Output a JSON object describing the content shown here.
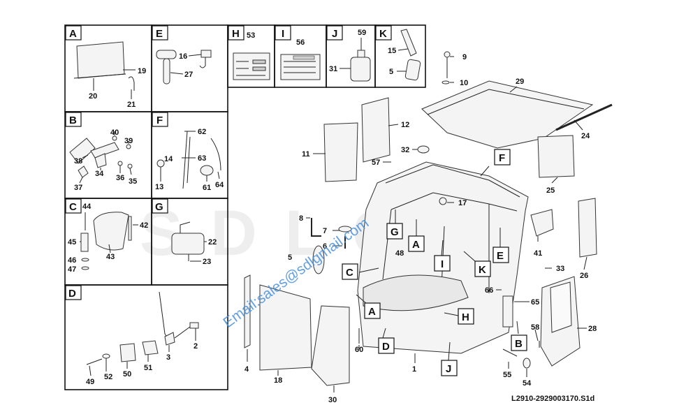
{
  "panels": [
    {
      "letter": "A",
      "callouts": [
        "19",
        "20",
        "21"
      ]
    },
    {
      "letter": "B",
      "callouts": [
        "40",
        "39",
        "38",
        "34",
        "36",
        "35",
        "37"
      ]
    },
    {
      "letter": "C",
      "callouts": [
        "44",
        "42",
        "45",
        "43",
        "46",
        "47"
      ]
    },
    {
      "letter": "D",
      "callouts": [
        "2",
        "3",
        "49",
        "52",
        "50",
        "51"
      ]
    },
    {
      "letter": "E",
      "callouts": [
        "16",
        "27"
      ]
    },
    {
      "letter": "F",
      "callouts": [
        "62",
        "14",
        "63",
        "13",
        "61",
        "64"
      ]
    },
    {
      "letter": "G",
      "callouts": [
        "22",
        "23"
      ]
    },
    {
      "letter": "H",
      "callouts": [
        "53"
      ]
    },
    {
      "letter": "I",
      "callouts": [
        "56"
      ]
    },
    {
      "letter": "J",
      "callouts": [
        "59",
        "31"
      ]
    },
    {
      "letter": "K",
      "callouts": [
        "15",
        "5"
      ]
    }
  ],
  "main_callouts": [
    "9",
    "10",
    "29",
    "12",
    "24",
    "11",
    "32",
    "57",
    "25",
    "17",
    "8",
    "7",
    "6",
    "5",
    "48",
    "41",
    "33",
    "26",
    "66",
    "65",
    "58",
    "28",
    "60",
    "4",
    "18",
    "1",
    "55",
    "54",
    "30"
  ],
  "main_tags": [
    "F",
    "G",
    "A",
    "I",
    "E",
    "C",
    "K",
    "A",
    "H",
    "D",
    "B",
    "J"
  ],
  "watermark": "Email:sales@sdlgmail.com",
  "background_brand": "SDLG",
  "drawing_number": "L2910-2929003170.S1d"
}
